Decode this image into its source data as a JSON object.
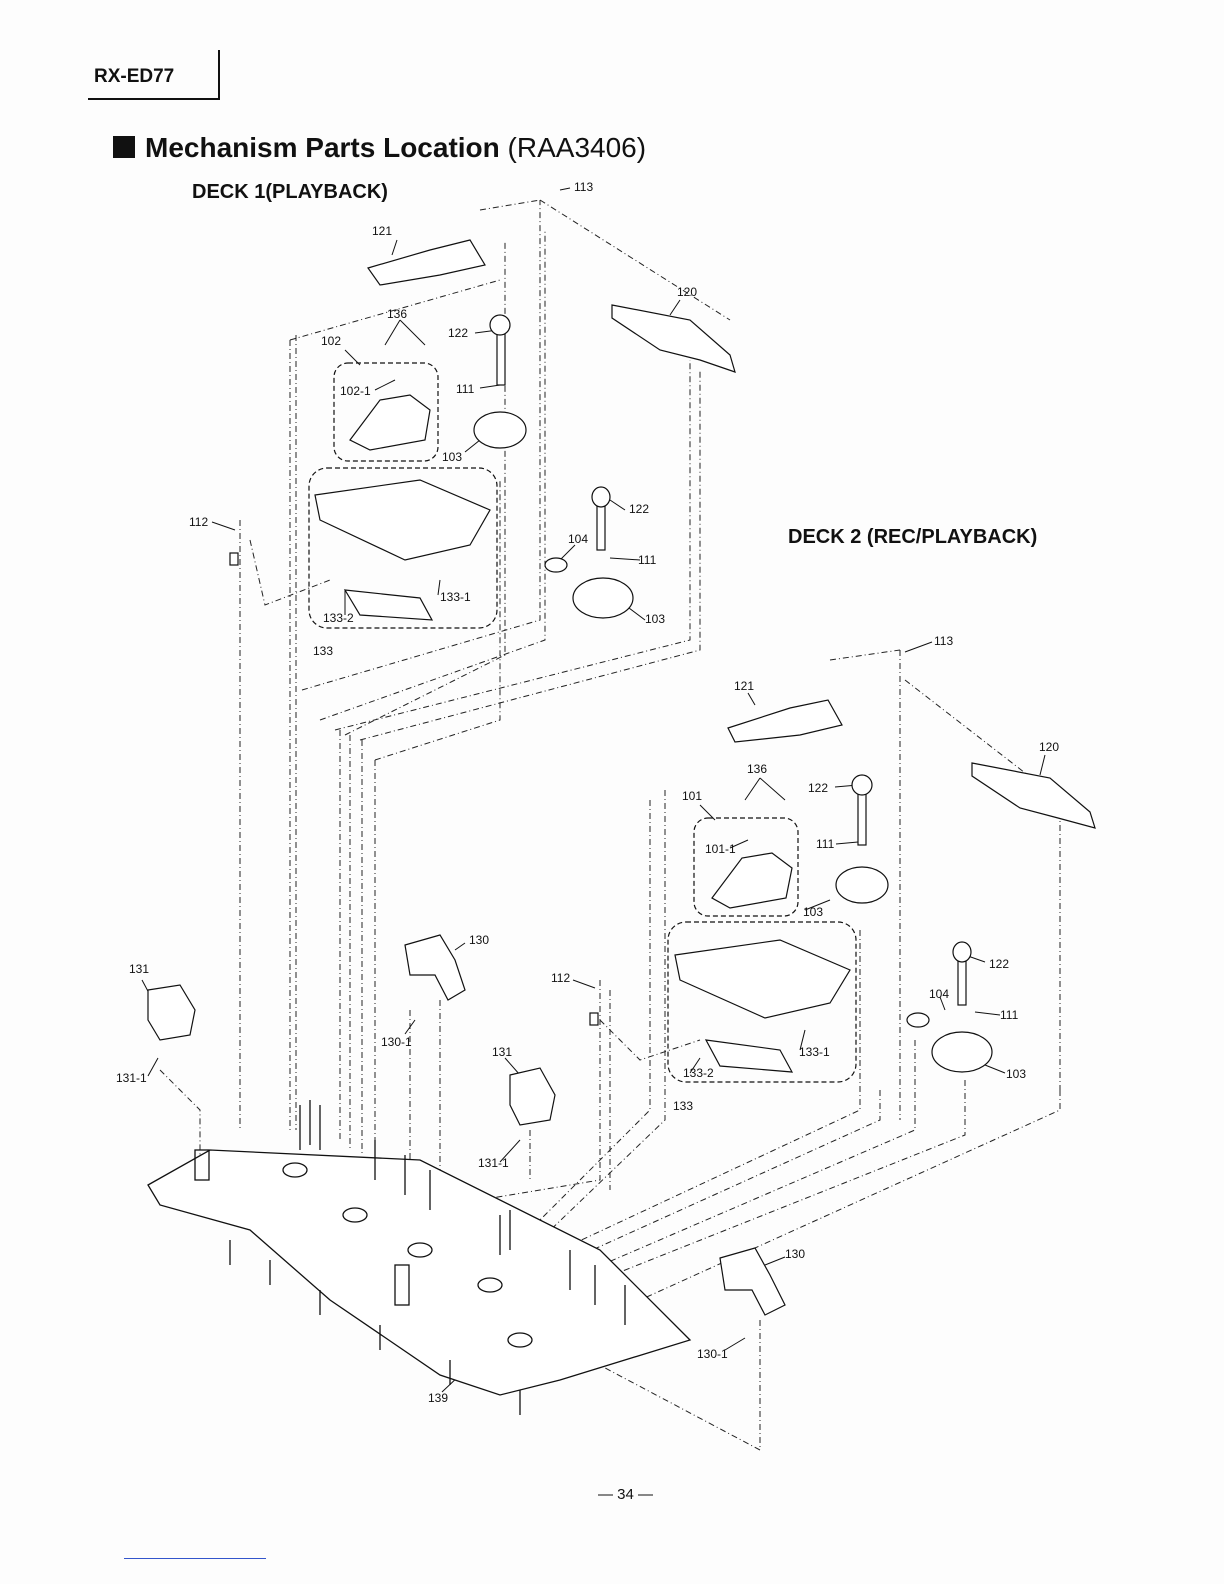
{
  "header": {
    "model": "RX-ED77"
  },
  "title": {
    "main": "Mechanism Parts Location",
    "code": "(RAA3406)"
  },
  "deck1": {
    "label": "DECK 1(PLAYBACK)"
  },
  "deck2": {
    "label": "DECK 2 (REC/PLAYBACK)"
  },
  "callouts": {
    "d1_113": "113",
    "d1_121": "121",
    "d1_120": "120",
    "d1_136": "136",
    "d1_102": "102",
    "d1_102_1": "102-1",
    "d1_122a": "122",
    "d1_111a": "111",
    "d1_103a": "103",
    "d1_112": "112",
    "d1_122b": "122",
    "d1_104": "104",
    "d1_111b": "111",
    "d1_133_1": "133-1",
    "d1_133_2": "133-2",
    "d1_133": "133",
    "d1_103b": "103",
    "d2_113": "113",
    "d2_121": "121",
    "d2_120": "120",
    "d2_136": "136",
    "d2_122a": "122",
    "d2_101": "101",
    "d2_101_1": "101-1",
    "d2_111a": "111",
    "d2_103a": "103",
    "d2_122b": "122",
    "d2_104": "104",
    "d2_111b": "111",
    "d2_103b": "103",
    "d2_133_1": "133-1",
    "d2_133_2": "133-2",
    "d2_133": "133",
    "c_130a": "130",
    "c_130_1a": "130-1",
    "c_131a": "131",
    "c_131_1a": "131-1",
    "c_112": "112",
    "c_131b": "131",
    "c_131_1b": "131-1",
    "c_130b": "130",
    "c_130_1b": "130-1",
    "c_139": "139"
  },
  "footer": {
    "page": "— 34 —"
  }
}
